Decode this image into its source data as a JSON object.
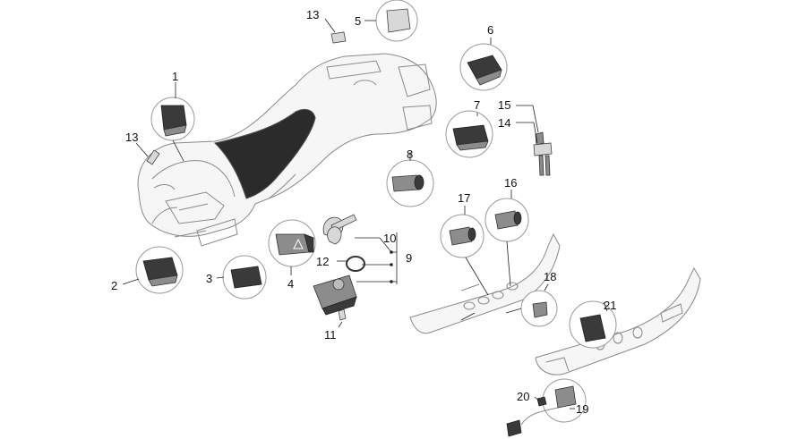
{
  "labels": {
    "l1": "1",
    "l2": "2",
    "l3": "3",
    "l4": "4",
    "l5": "5",
    "l6": "6",
    "l7": "7",
    "l8": "8",
    "l9": "9",
    "l10": "10",
    "l11": "11",
    "l12": "12",
    "l13a": "13",
    "l13b": "13",
    "l14": "14",
    "l15": "15",
    "l16": "16",
    "l17": "17",
    "l18": "18",
    "l19": "19",
    "l20": "20",
    "l21": "21"
  },
  "colors": {
    "line": "#8a8a8a",
    "ink": "#111111",
    "seat": "#2b2b2b"
  }
}
